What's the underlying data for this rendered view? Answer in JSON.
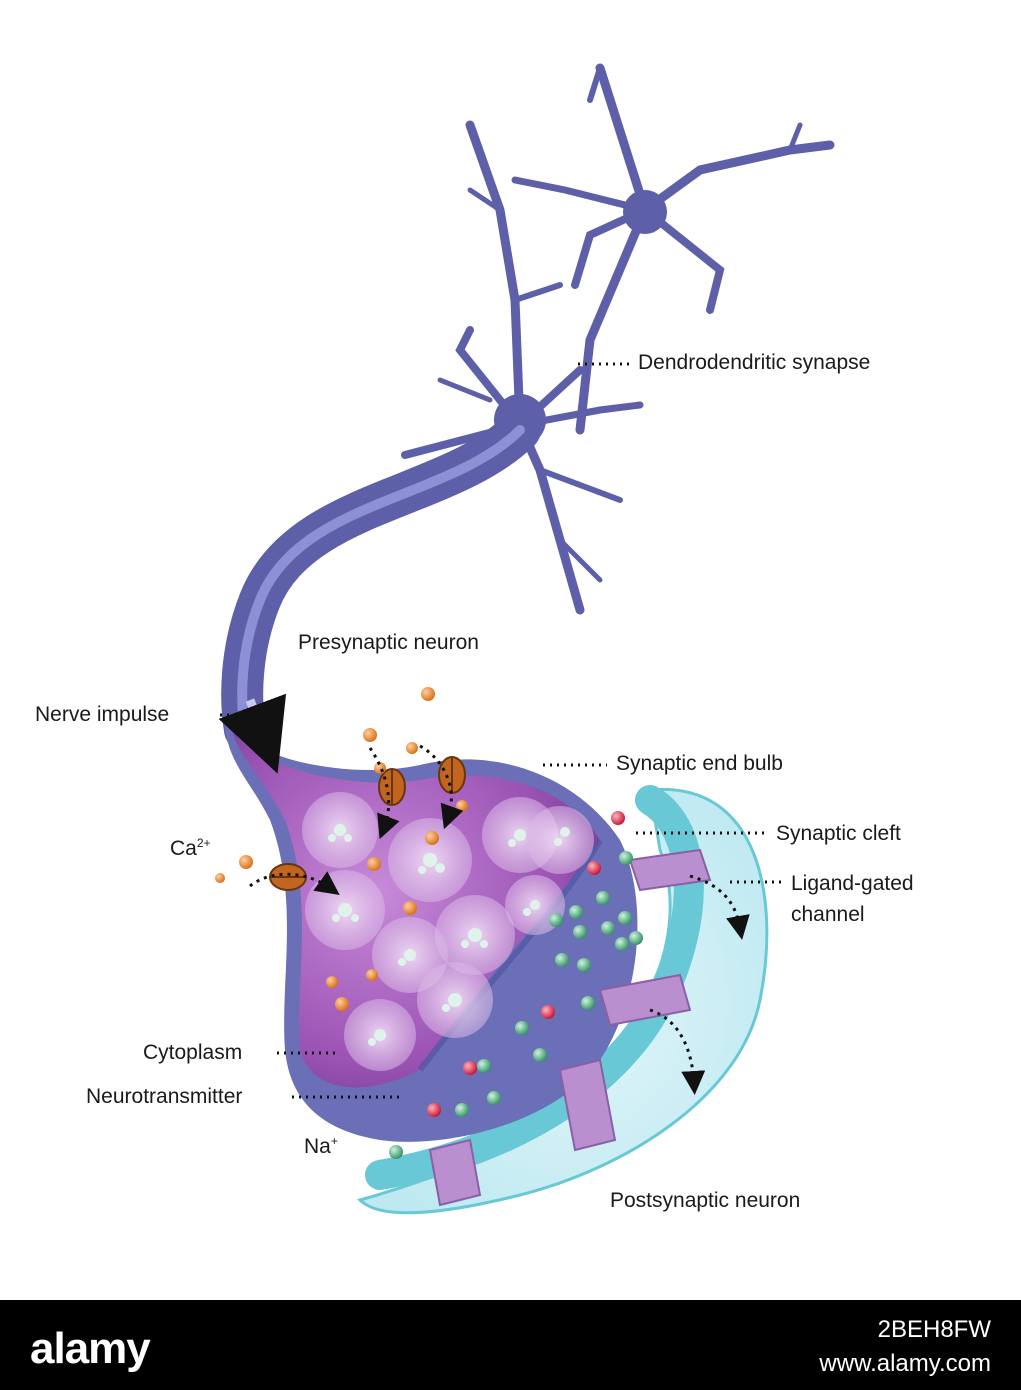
{
  "labels": {
    "dendrodendritic_synapse": "Dendrodendritic synapse",
    "presynaptic_neuron": "Presynaptic neuron",
    "nerve_impulse": "Nerve impulse",
    "synaptic_end_bulb": "Synaptic end bulb",
    "calcium_base": "Ca",
    "calcium_charge": "2+",
    "synaptic_cleft": "Synaptic cleft",
    "ligand_gated_line1": "Ligand-gated",
    "ligand_gated_line2": "channel",
    "cytoplasm": "Cytoplasm",
    "neurotransmitter": "Neurotransmitter",
    "sodium_base": "Na",
    "sodium_charge": "+",
    "postsynaptic_neuron": "Postsynaptic neuron"
  },
  "footer": {
    "logo": "alamy",
    "image_id": "2BEH8FW",
    "site": "www.alamy.com"
  },
  "colors": {
    "neuron": "#5d5fa8",
    "bulb": "#a05bb8",
    "postsynaptic": "#68c8d6",
    "channel": "#b98fcf",
    "calcium_ion": "#e8862a",
    "sodium_ion": "#e53a55",
    "neurotransmitter": "#3f9f6f"
  }
}
